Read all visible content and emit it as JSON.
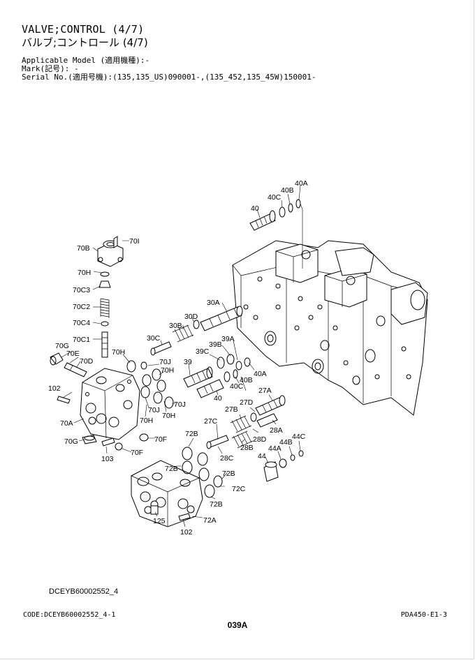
{
  "header": {
    "title_en": "VALVE;CONTROL (4/7)",
    "title_jp": "バルブ;コントロール (4/7)",
    "applicable_model": "Applicable Model (適用機種):-",
    "mark": "Mark(記号): -",
    "serial_no": "Serial No.(適用号機):(135,135_US)090001-,(135_452,135_45W)150001-"
  },
  "callouts": {
    "c40A_top": "40A",
    "c40B_top": "40B",
    "c40C_top": "40C",
    "c40_top": "40",
    "c70I": "70I",
    "c70B": "70B",
    "c70H_a": "70H",
    "c70C3": "70C3",
    "c70C2": "70C2",
    "c70C4": "70C4",
    "c70C1": "70C1",
    "c70G_a": "70G",
    "c70E": "70E",
    "c70D": "70D",
    "c70H_b": "70H",
    "c70J_a": "70J",
    "c70H_c": "70H",
    "c70J_b": "70J",
    "c70J_c": "70J",
    "c70H_d": "70H",
    "c70H_e": "70H",
    "c102_a": "102",
    "c70A": "70A",
    "c70G_b": "70G",
    "c103": "103",
    "c70F_a": "70F",
    "c70F_b": "70F",
    "c30A": "30A",
    "c30D": "30D",
    "c30B": "30B",
    "c30C": "30C",
    "c39A": "39A",
    "c39B": "39B",
    "c39C": "39C",
    "c39": "39",
    "c40A_mid": "40A",
    "c40B_mid": "40B",
    "c40C_mid": "40C",
    "c40_mid": "40",
    "c27A": "27A",
    "c27D": "27D",
    "c27B": "27B",
    "c27C": "27C",
    "c28A": "28A",
    "c28D": "28D",
    "c28B": "28B",
    "c28C": "28C",
    "c44C": "44C",
    "c44B": "44B",
    "c44A": "44A",
    "c44": "44",
    "c72B_a": "72B",
    "c72B_b": "72B",
    "c72B_c": "72B",
    "c72B_d": "72B",
    "c72C": "72C",
    "c72A": "72A",
    "c125": "125",
    "c102_b": "102"
  },
  "footer": {
    "drawing_id": "DCEYB60002552_4",
    "code": "CODE:DCEYB60002552_4-1",
    "doc_ref": "PDA450-E1-3",
    "page": "039A"
  }
}
